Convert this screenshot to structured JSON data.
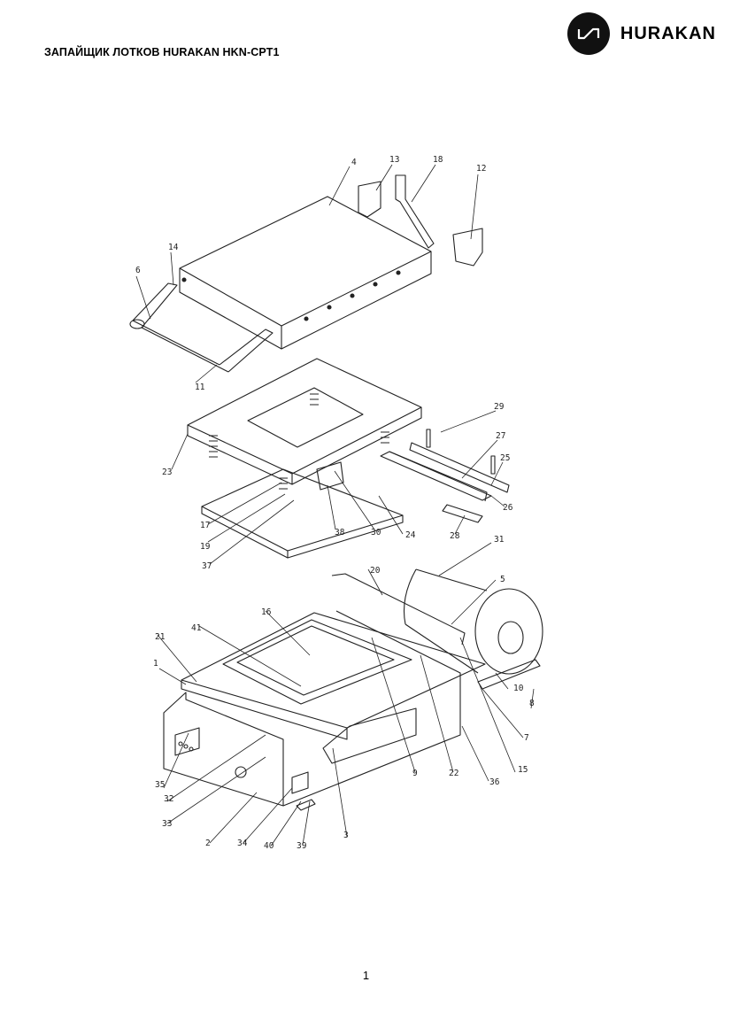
{
  "document": {
    "title": "ЗАПАЙЩИК ЛОТКОВ HURAKAN HKN-CPT1",
    "brand": "HURAKAN",
    "page_number": "1"
  },
  "diagram": {
    "callouts": [
      "4",
      "13",
      "18",
      "12",
      "14",
      "6",
      "11",
      "29",
      "27",
      "25",
      "23",
      "26",
      "17",
      "19",
      "37",
      "38",
      "30",
      "24",
      "28",
      "31",
      "20",
      "5",
      "16",
      "41",
      "21",
      "1",
      "10",
      "8",
      "7",
      "15",
      "35",
      "32",
      "33",
      "2",
      "34",
      "40",
      "39",
      "3",
      "9",
      "22",
      "36"
    ]
  }
}
